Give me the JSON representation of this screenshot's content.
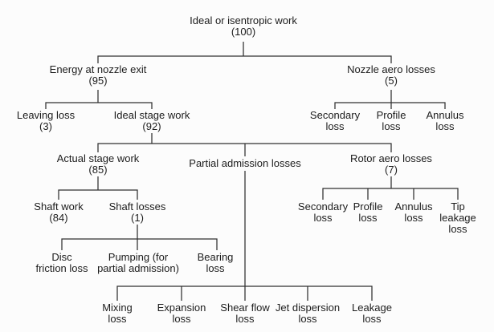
{
  "figure": {
    "background_color": "#fcfcfc",
    "line_color": "#2f2f2f",
    "text_color": "#1c1c1c"
  },
  "nodes": {
    "root": [
      "Ideal or isentropic work",
      "(100)"
    ],
    "energy_at_nozzle_exit": [
      "Energy at nozzle exit",
      "(95)"
    ],
    "nozzle_aero_losses": [
      "Nozzle aero losses",
      "(5)"
    ],
    "leaving_loss": [
      "Leaving loss",
      "(3)"
    ],
    "ideal_stage_work": [
      "Ideal stage work",
      "(92)"
    ],
    "nozzle_secondary_loss": [
      "Secondary",
      "loss"
    ],
    "nozzle_profile_loss": [
      "Profile",
      "loss"
    ],
    "nozzle_annulus_loss": [
      "Annulus",
      "loss"
    ],
    "actual_stage_work": [
      "Actual stage work",
      "(85)"
    ],
    "partial_admission_losses": [
      "Partial admission losses"
    ],
    "rotor_aero_losses": [
      "Rotor aero losses",
      "(7)"
    ],
    "shaft_work": [
      "Shaft work",
      "(84)"
    ],
    "shaft_losses": [
      "Shaft losses",
      "(1)"
    ],
    "rotor_secondary_loss": [
      "Secondary",
      "loss"
    ],
    "rotor_profile_loss": [
      "Profile",
      "loss"
    ],
    "rotor_annulus_loss": [
      "Annulus",
      "loss"
    ],
    "tip_leakage_loss": [
      "Tip",
      "leakage",
      "loss"
    ],
    "disc_friction_loss": [
      "Disc",
      "friction loss"
    ],
    "pumping_loss": [
      "Pumping (for",
      "partial admission)"
    ],
    "bearing_loss": [
      "Bearing",
      "loss"
    ],
    "mixing_loss": [
      "Mixing",
      "loss"
    ],
    "expansion_loss": [
      "Expansion",
      "loss"
    ],
    "shear_flow_loss": [
      "Shear flow",
      "loss"
    ],
    "jet_dispersion_loss": [
      "Jet dispersion",
      "loss"
    ],
    "leakage_loss": [
      "Leakage",
      "loss"
    ]
  }
}
